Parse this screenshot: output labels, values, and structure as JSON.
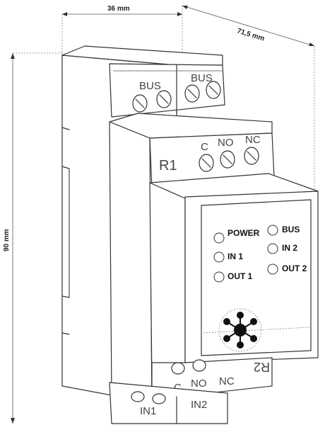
{
  "dimensions": {
    "width": "36 mm",
    "depth": "71,5 mm",
    "height": "90 mm"
  },
  "terminals": {
    "top_bus_left": "BUS",
    "top_bus_right": "BUS",
    "relay1": "R1",
    "relay1_c": "C",
    "relay1_no": "NO",
    "relay1_nc": "NC",
    "relay2": "R2",
    "relay2_c": "C",
    "relay2_no": "NO",
    "relay2_nc": "NC",
    "in1": "IN1",
    "in2": "IN2"
  },
  "leds": {
    "power": "POWER",
    "bus": "BUS",
    "in1": "IN 1",
    "in2": "IN 2",
    "out1": "OUT 1",
    "out2": "OUT 2"
  },
  "logo": "network-hub-icon"
}
